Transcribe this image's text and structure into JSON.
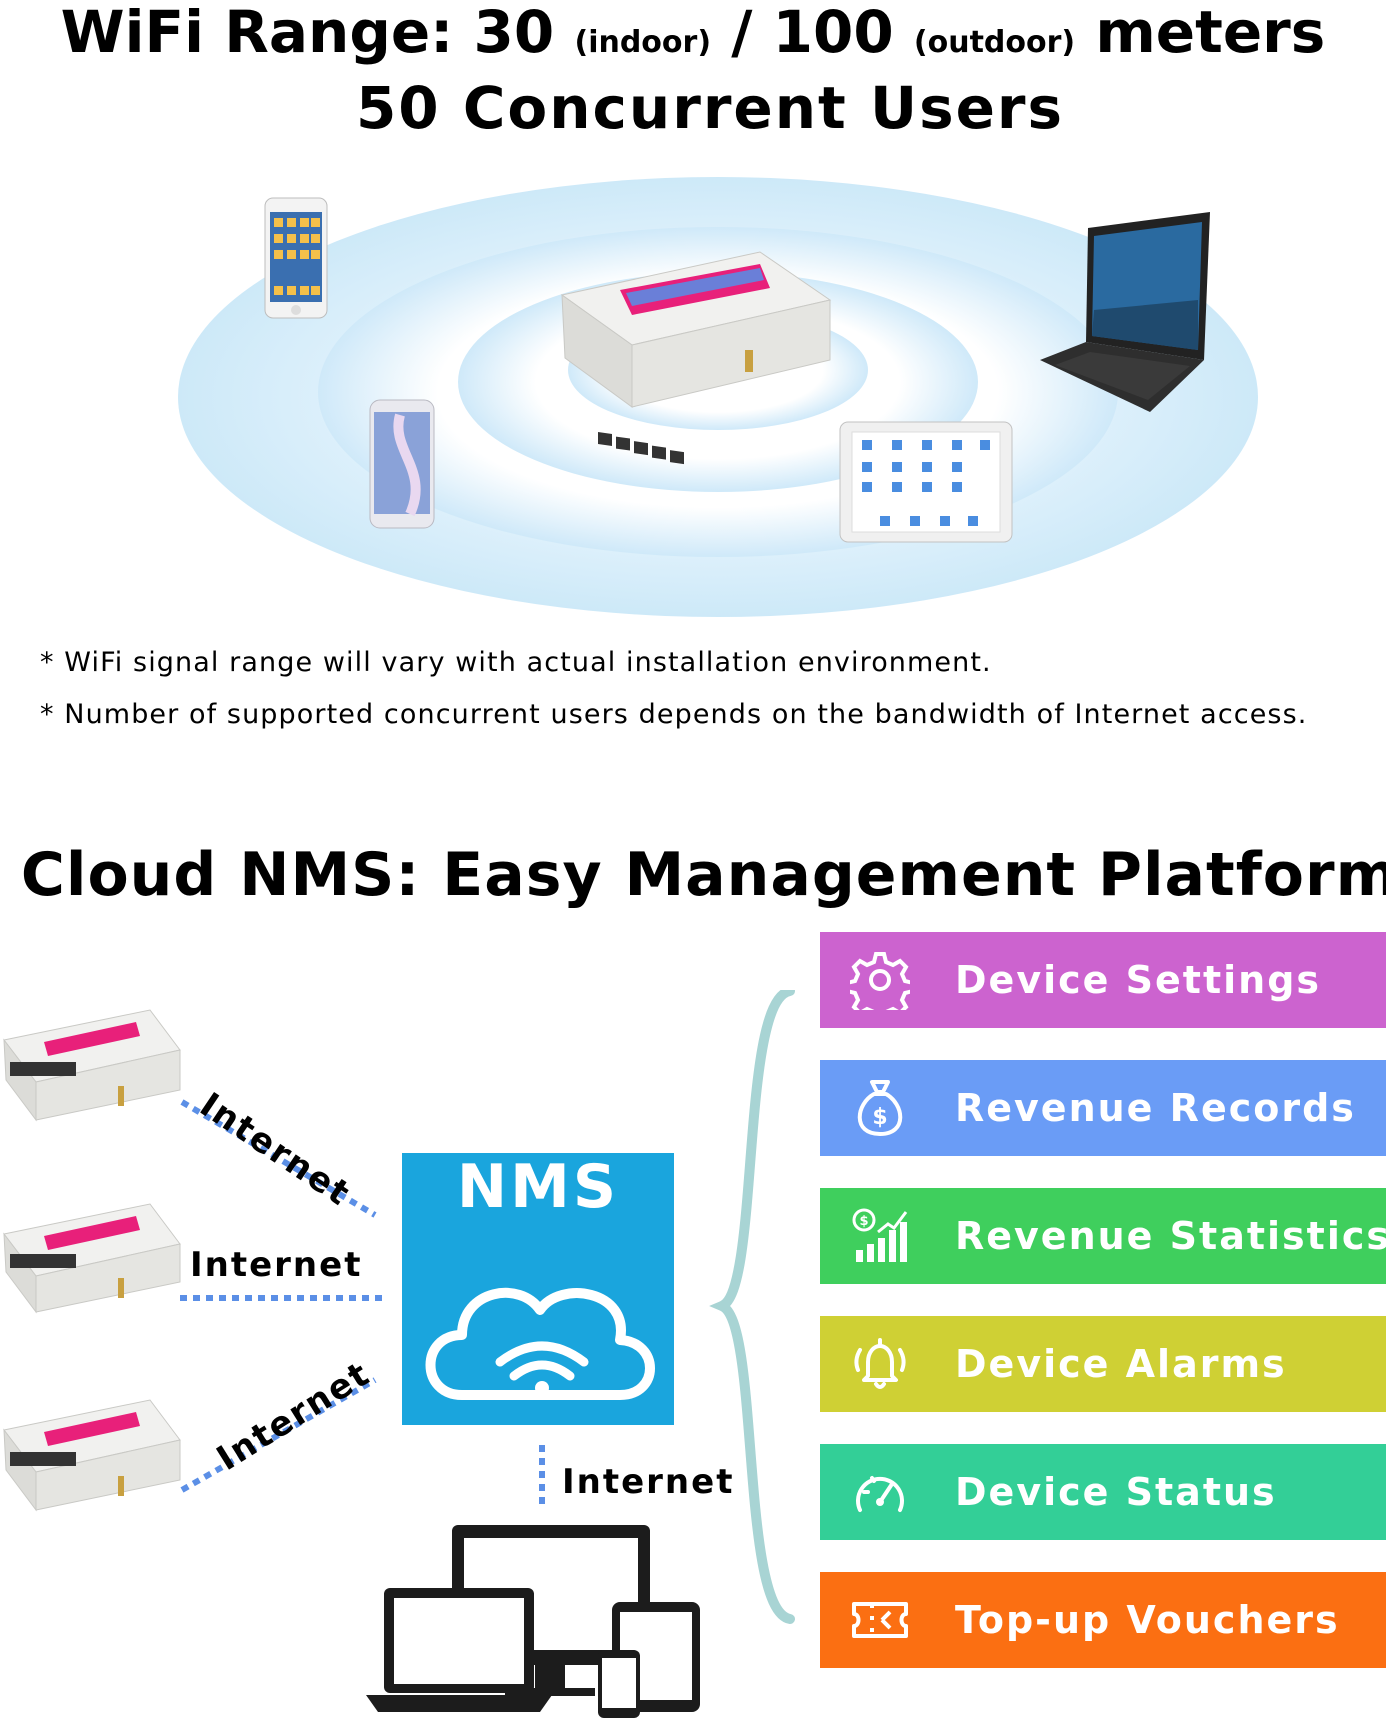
{
  "header": {
    "range_prefix": "WiFi Range: 30",
    "indoor": "(indoor)",
    "slash_100": "/ 100",
    "outdoor": "(outdoor)",
    "meters": "meters",
    "users": "50 Concurrent Users"
  },
  "notes": [
    "* WiFi signal range will vary with actual installation environment.",
    "* Number of supported concurrent users depends on the bandwidth of Internet access."
  ],
  "nms_section": {
    "title": "Cloud NMS: Easy Management Platform",
    "nms_label": "NMS",
    "link_labels": [
      "Internet",
      "Internet",
      "Internet",
      "Internet"
    ]
  },
  "features": [
    {
      "label": "Device Settings",
      "color": "#cc63cf",
      "icon": "gear-icon"
    },
    {
      "label": "Revenue Records",
      "color": "#6a9cf6",
      "icon": "money-bag-icon"
    },
    {
      "label": "Revenue Statistics",
      "color": "#3fcf5d",
      "icon": "revenue-chart-icon"
    },
    {
      "label": "Device Alarms",
      "color": "#cfd034",
      "icon": "bell-icon"
    },
    {
      "label": "Device Status",
      "color": "#33cf97",
      "icon": "speedometer-icon"
    },
    {
      "label": "Top-up Vouchers",
      "color": "#fb6f12",
      "icon": "ticket-icon"
    }
  ],
  "colors": {
    "nms_box": "#1aa5dd",
    "link_dots": "#5b8fe6",
    "brace": "#a8d4d4",
    "wifi_glow": "#d4ecfa"
  }
}
